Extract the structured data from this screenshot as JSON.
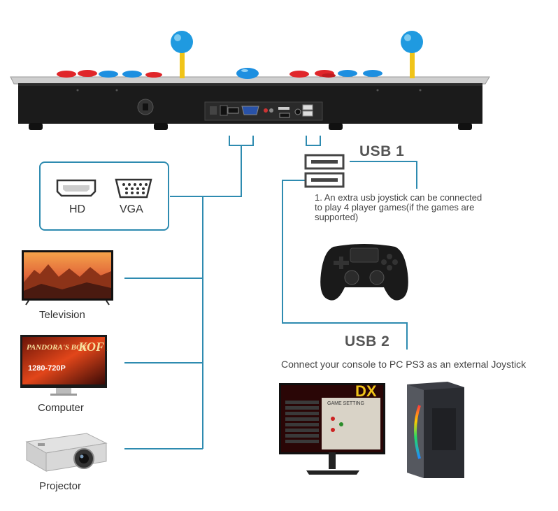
{
  "ports": {
    "hd_label": "HD",
    "vga_label": "VGA"
  },
  "devices": {
    "television": "Television",
    "computer": "Computer",
    "projector": "Projector"
  },
  "usb1": {
    "title": "USB 1",
    "note_line1": "1. An extra usb joystick can be connected",
    "note_line2": "to play 4 player games(if the games are",
    "note_line3": "supported)"
  },
  "usb2": {
    "title": "USB 2",
    "description": "Connect your console to PC PS3 as an external Joystick"
  },
  "screens": {
    "game_title": "PANDORA'S BOX",
    "game_sub": "KOF XI",
    "resolution": "1280-720P",
    "menu_logo": "DX",
    "menu_header": "GAME SETTING"
  },
  "colors": {
    "line": "#2e8bb0",
    "button_red": "#e0262a",
    "button_blue": "#1d8fe0",
    "stick_ball": "#1f9ae0",
    "stick_shaft": "#f0c419",
    "panel_black": "#1b1b1b"
  }
}
